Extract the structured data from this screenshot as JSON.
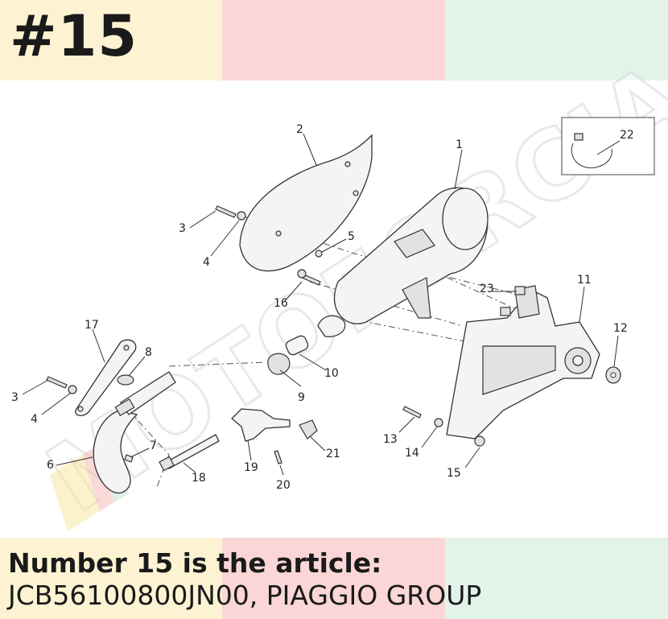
{
  "header": {
    "number": "#15"
  },
  "caption": {
    "line1": "Number 15 is the article:",
    "line2": "JCB56100800JN00, PIAGGIO GROUP"
  },
  "diagram": {
    "labels": {
      "p1": "1",
      "p2": "2",
      "p3a": "3",
      "p3b": "3",
      "p4a": "4",
      "p4b": "4",
      "p5": "5",
      "p6": "6",
      "p7": "7",
      "p8": "8",
      "p9": "9",
      "p10": "10",
      "p11": "11",
      "p12": "12",
      "p13": "13",
      "p14": "14",
      "p15": "15",
      "p16": "16",
      "p17": "17",
      "p18": "18",
      "p19": "19",
      "p20": "20",
      "p21": "21",
      "p22": "22",
      "p23": "23"
    },
    "watermark": "MOTOFORCIA"
  },
  "colors": {
    "band_yellow": "#fdf3d3",
    "band_pink": "#fbd6d6",
    "band_green": "#e2f3ea"
  }
}
